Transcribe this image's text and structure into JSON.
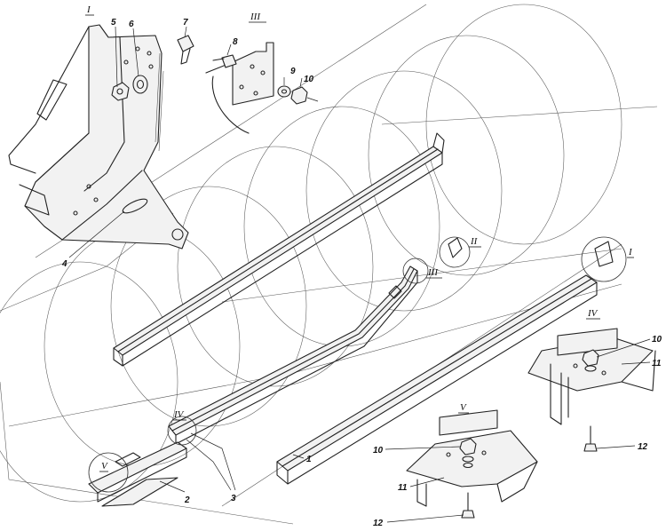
{
  "callouts": {
    "c1": "1",
    "c2": "2",
    "c3": "3",
    "c4": "4",
    "c5": "5",
    "c6": "6",
    "c7": "7",
    "c8": "8",
    "c9": "9",
    "c10a": "10",
    "c10b": "10",
    "c10c": "10",
    "c11a": "11",
    "c11b": "11",
    "c12a": "12",
    "c12b": "12"
  },
  "details": {
    "d1_view": "I",
    "d1_mark": "I",
    "d2_mark": "II",
    "d3_view": "III",
    "d3_mark": "III",
    "d4_view": "IV",
    "d4_mark": "IV",
    "d5_view": "V",
    "d5_mark": "V"
  }
}
